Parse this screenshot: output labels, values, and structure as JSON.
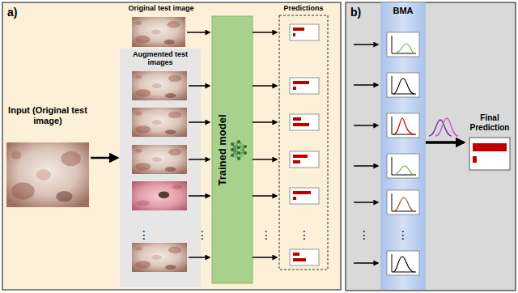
{
  "diagram": {
    "nodes": [
      {
        "text": [
          "a)"
        ]
      },
      {
        "text": [
          "Input (Original test image)"
        ],
        "in": 0
      },
      {
        "text": [
          "Original test image"
        ],
        "in": 0
      },
      {
        "text": [
          "Augmented test images"
        ],
        "in": 0
      },
      {
        "text": [
          "Trained model"
        ],
        "in": 0
      },
      {
        "text": [
          "Predictions"
        ],
        "in": 0
      },
      {
        "text": [
          "b)"
        ]
      },
      {
        "text": [
          "BMA"
        ],
        "in": 6
      },
      {
        "text": [
          "Final Prediction"
        ],
        "in": 6
      }
    ],
    "edges": [
      {
        "from": 1,
        "to": 3,
        "arrow": "to"
      },
      {
        "from": 2,
        "to": 4,
        "arrow": "to"
      },
      {
        "from": 3,
        "to": 4,
        "arrow": "to"
      },
      {
        "from": 3,
        "to": 4,
        "arrow": "to"
      },
      {
        "from": 3,
        "to": 4,
        "arrow": "to"
      },
      {
        "from": 3,
        "to": 4,
        "arrow": "to"
      },
      {
        "from": 3,
        "to": 4,
        "arrow": "to"
      },
      {
        "from": 4,
        "to": 5,
        "arrow": "to"
      },
      {
        "from": 4,
        "to": 5,
        "arrow": "to"
      },
      {
        "from": 4,
        "to": 5,
        "arrow": "to"
      },
      {
        "from": 4,
        "to": 5,
        "arrow": "to"
      },
      {
        "from": 4,
        "to": 5,
        "arrow": "to"
      },
      {
        "from": 4,
        "to": 5,
        "arrow": "to"
      },
      {
        "from": 7,
        "to": 8,
        "arrow": "to"
      }
    ],
    "labels": [
      "⋮",
      "⋮",
      "⋮",
      "⋮",
      "⋮",
      "⋮"
    ]
  }
}
